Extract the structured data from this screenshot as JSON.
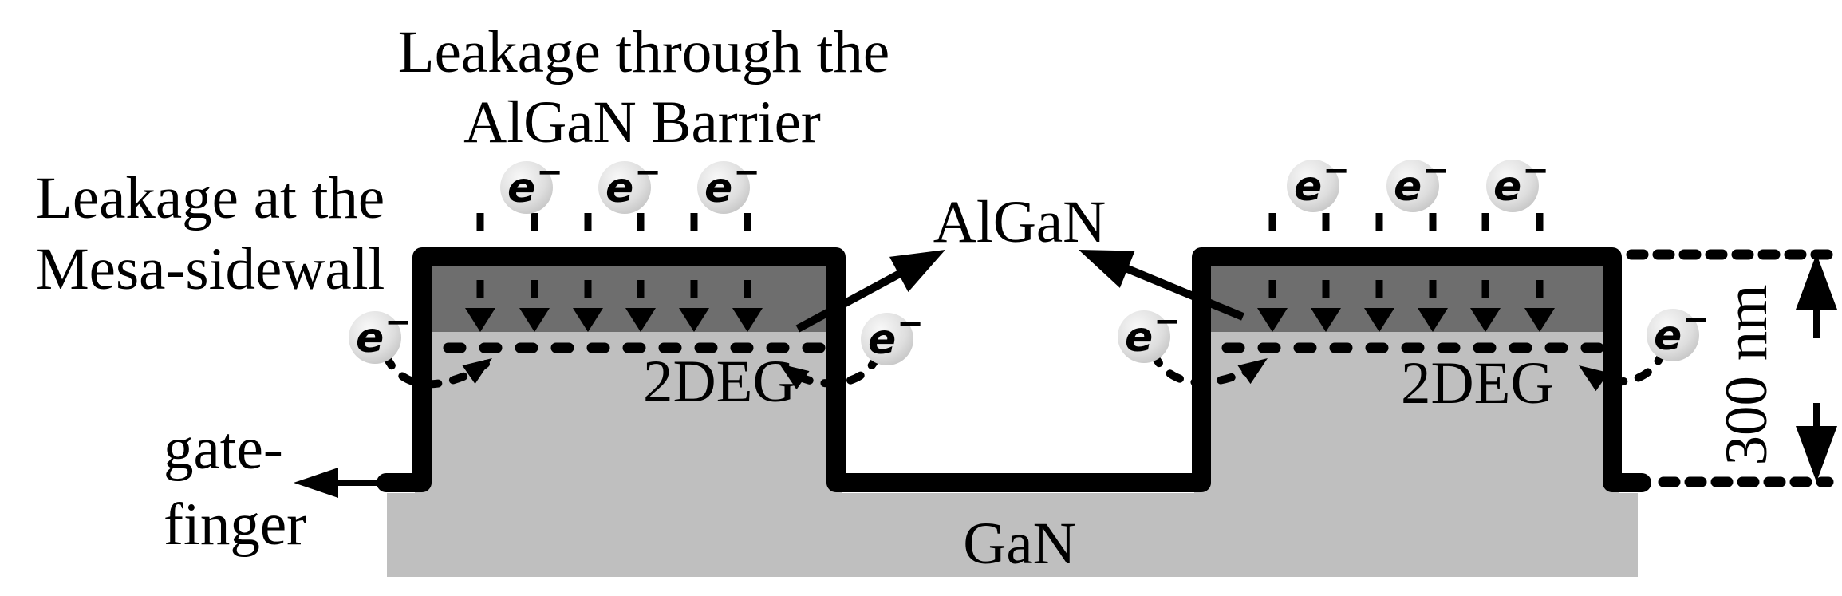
{
  "labels": {
    "title_line1": "Leakage through the",
    "title_line2": "AlGaN Barrier",
    "sidewall_line1": "Leakage at the",
    "sidewall_line2": "Mesa-sidewall",
    "gate_line1": "gate-",
    "gate_line2": "finger",
    "algan_pointer": "AlGaN",
    "deg_left": "2DEG",
    "deg_right": "2DEG",
    "gan_substrate": "GaN",
    "dimension": "300 nm"
  },
  "electron": {
    "base": "e",
    "sup": "−"
  },
  "colors": {
    "algan_layer": "#6e6e6e",
    "gan_layer": "#bfbfbf",
    "outline": "#000000",
    "electron_fill": "#e9e9e9",
    "background": "#ffffff"
  }
}
